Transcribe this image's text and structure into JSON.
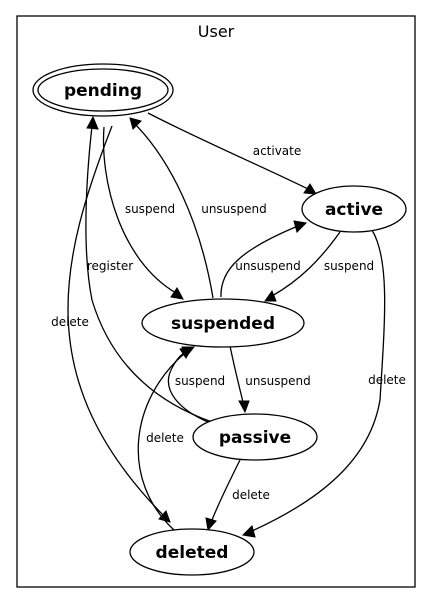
{
  "cluster": {
    "title": "User"
  },
  "nodes": {
    "pending": "pending",
    "active": "active",
    "suspended": "suspended",
    "passive": "passive",
    "deleted": "deleted"
  },
  "edge_labels": {
    "activate": "activate",
    "suspend_pending": "suspend",
    "unsuspend_pending": "unsuspend",
    "register": "register",
    "delete_pending": "delete",
    "unsuspend_active": "unsuspend",
    "suspend_active": "suspend",
    "delete_active": "delete",
    "suspend_passive": "suspend",
    "unsuspend_passive": "unsuspend",
    "delete_suspended": "delete",
    "delete_passive": "delete"
  }
}
